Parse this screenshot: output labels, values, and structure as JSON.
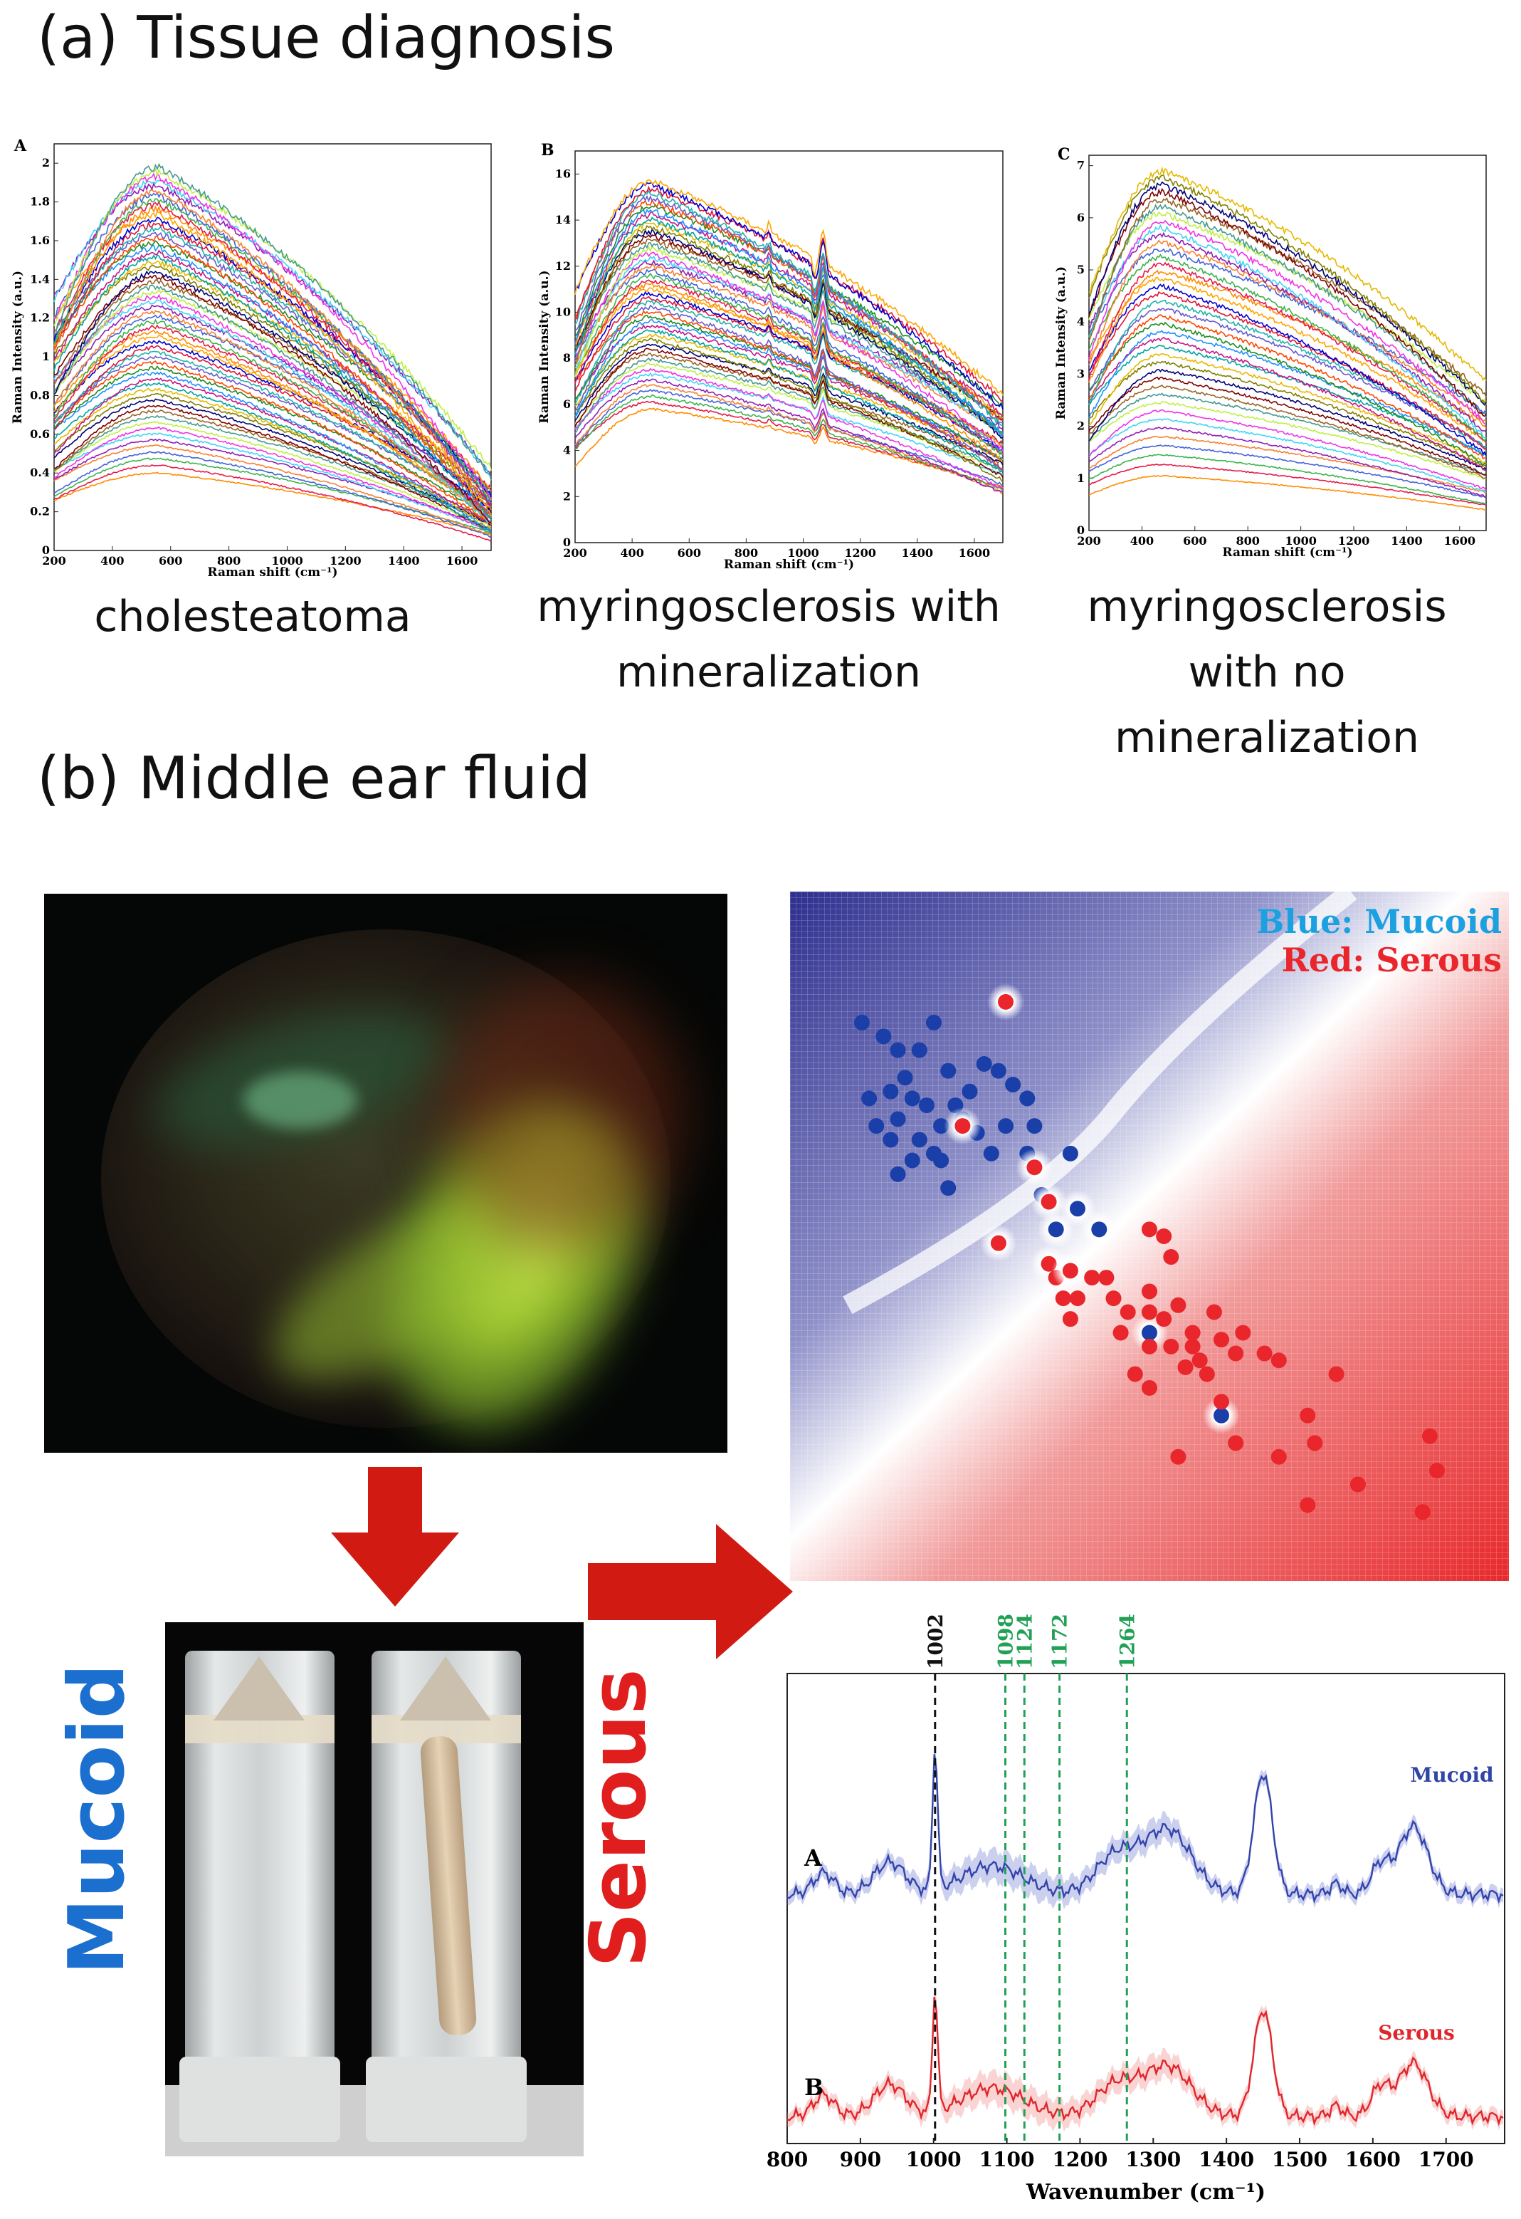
{
  "section_a_title": "(a) Tissue diagnosis",
  "section_b_title": "(b) Middle ear fluid",
  "captions": {
    "a": [
      "cholesteatoma"
    ],
    "b": [
      "myringosclerosis with",
      "mineralization"
    ],
    "c": [
      "myringosclerosis",
      "with no",
      "mineralization"
    ]
  },
  "tube_labels": {
    "left": "Mucoid",
    "right": "Serous"
  },
  "colors": {
    "mucoid": "#1a3fa8",
    "serous": "#e8262b",
    "arrow": "#d11a12",
    "tube_text_blue": "#1b6fcf",
    "tube_text_red": "#e01e1e",
    "peak_green": "#22a055"
  },
  "chart_data": [
    {
      "type": "line",
      "panel_label": "A",
      "xlabel": "Raman shift (cm⁻¹)",
      "ylabel": "Raman Intensity (a.u.)",
      "xlim": [
        200,
        1700
      ],
      "ylim": [
        0,
        2.1
      ],
      "xticks": [
        200,
        400,
        600,
        800,
        1000,
        1200,
        1400,
        1600
      ],
      "yticks": [
        0,
        0.2,
        0.4,
        0.6,
        0.8,
        1,
        1.2,
        1.4,
        1.6,
        1.8,
        2
      ],
      "series_count": 60,
      "peak_x": 560,
      "min_peak": 0.4,
      "max_peak": 1.98,
      "end_ratio": 0.1
    },
    {
      "type": "line",
      "panel_label": "B",
      "xlabel": "Raman shift (cm⁻¹)",
      "ylabel": "Raman Intensity (a.u.)",
      "xlim": [
        200,
        1700
      ],
      "ylim": [
        0,
        17
      ],
      "xticks": [
        200,
        400,
        600,
        800,
        1000,
        1200,
        1400,
        1600
      ],
      "yticks": [
        0,
        2,
        4,
        6,
        8,
        10,
        12,
        14,
        16
      ],
      "series_count": 50,
      "peak_x": 470,
      "min_peak": 5.8,
      "max_peak": 15.7,
      "end_ratio": 0.3,
      "sharp_peak": 1070
    },
    {
      "type": "line",
      "panel_label": "C",
      "xlabel": "Raman shift (cm⁻¹)",
      "ylabel": "Raman Intensity (a.u.)",
      "xlim": [
        200,
        1700
      ],
      "ylim": [
        0,
        7.2
      ],
      "xticks": [
        200,
        400,
        600,
        800,
        1000,
        1200,
        1400,
        1600
      ],
      "yticks": [
        0,
        1,
        2,
        3,
        4,
        5,
        6,
        7
      ],
      "series_count": 40,
      "peak_x": 480,
      "min_peak": 1.05,
      "max_peak": 6.9,
      "end_ratio": 0.3
    },
    {
      "type": "scatter",
      "legend": [
        "Blue: Mucoid",
        "Red: Serous"
      ],
      "xlim": [
        0,
        100
      ],
      "ylim": [
        0,
        100
      ],
      "mucoid": [
        [
          10,
          81
        ],
        [
          20,
          81
        ],
        [
          13,
          79
        ],
        [
          18,
          77
        ],
        [
          15,
          77
        ],
        [
          27,
          75
        ],
        [
          16,
          73
        ],
        [
          22,
          74
        ],
        [
          25,
          71
        ],
        [
          14,
          71
        ],
        [
          17,
          70
        ],
        [
          11,
          70
        ],
        [
          19,
          69
        ],
        [
          23,
          69
        ],
        [
          29,
          74
        ],
        [
          15,
          67
        ],
        [
          21,
          66
        ],
        [
          26,
          65
        ],
        [
          24,
          67
        ],
        [
          31,
          72
        ],
        [
          33,
          70
        ],
        [
          18,
          64
        ],
        [
          21,
          61
        ],
        [
          14,
          64
        ],
        [
          17,
          61
        ],
        [
          20,
          62
        ],
        [
          12,
          66
        ],
        [
          30,
          66
        ],
        [
          34,
          66
        ],
        [
          15,
          59
        ],
        [
          22,
          57
        ],
        [
          28,
          62
        ],
        [
          33,
          62
        ],
        [
          39,
          62
        ],
        [
          35,
          56
        ],
        [
          37,
          51
        ],
        [
          40,
          54
        ],
        [
          43,
          51
        ],
        [
          50,
          36
        ],
        [
          60,
          24
        ]
      ],
      "serous": [
        [
          30,
          84
        ],
        [
          24,
          66
        ],
        [
          34,
          60
        ],
        [
          36,
          55
        ],
        [
          29,
          49
        ],
        [
          50,
          51
        ],
        [
          52,
          50
        ],
        [
          53,
          47
        ],
        [
          36,
          46
        ],
        [
          37,
          44
        ],
        [
          39,
          45
        ],
        [
          42,
          44
        ],
        [
          44,
          44
        ],
        [
          40,
          41
        ],
        [
          38,
          41
        ],
        [
          45,
          41
        ],
        [
          39,
          38
        ],
        [
          47,
          39
        ],
        [
          50,
          42
        ],
        [
          50,
          39
        ],
        [
          54,
          40
        ],
        [
          52,
          38
        ],
        [
          56,
          36
        ],
        [
          59,
          39
        ],
        [
          46,
          36
        ],
        [
          50,
          34
        ],
        [
          53,
          34
        ],
        [
          60,
          35
        ],
        [
          56,
          34
        ],
        [
          63,
          36
        ],
        [
          62,
          33
        ],
        [
          66,
          33
        ],
        [
          68,
          32
        ],
        [
          57,
          32
        ],
        [
          55,
          31
        ],
        [
          58,
          30
        ],
        [
          48,
          30
        ],
        [
          50,
          28
        ],
        [
          72,
          24
        ],
        [
          60,
          26
        ],
        [
          76,
          30
        ],
        [
          54,
          18
        ],
        [
          68,
          18
        ],
        [
          62,
          20
        ],
        [
          73,
          20
        ],
        [
          89,
          21
        ],
        [
          90,
          16
        ],
        [
          72,
          11
        ],
        [
          79,
          14
        ],
        [
          88,
          10
        ]
      ]
    },
    {
      "type": "line",
      "xlabel": "Wavenumber (cm⁻¹)",
      "xlim": [
        800,
        1780
      ],
      "xticks": [
        800,
        900,
        1000,
        1100,
        1200,
        1300,
        1400,
        1500,
        1600,
        1700
      ],
      "peak_lines": [
        {
          "x": 1002,
          "label": "1002",
          "color": "black"
        },
        {
          "x": 1098,
          "label": "1098",
          "color": "green"
        },
        {
          "x": 1124,
          "label": "1124",
          "color": "green"
        },
        {
          "x": 1172,
          "label": "1172",
          "color": "green"
        },
        {
          "x": 1264,
          "label": "1264",
          "color": "green"
        }
      ],
      "series": [
        {
          "name": "Mucoid",
          "panel_label": "A"
        },
        {
          "name": "Serous",
          "panel_label": "B"
        }
      ]
    }
  ]
}
